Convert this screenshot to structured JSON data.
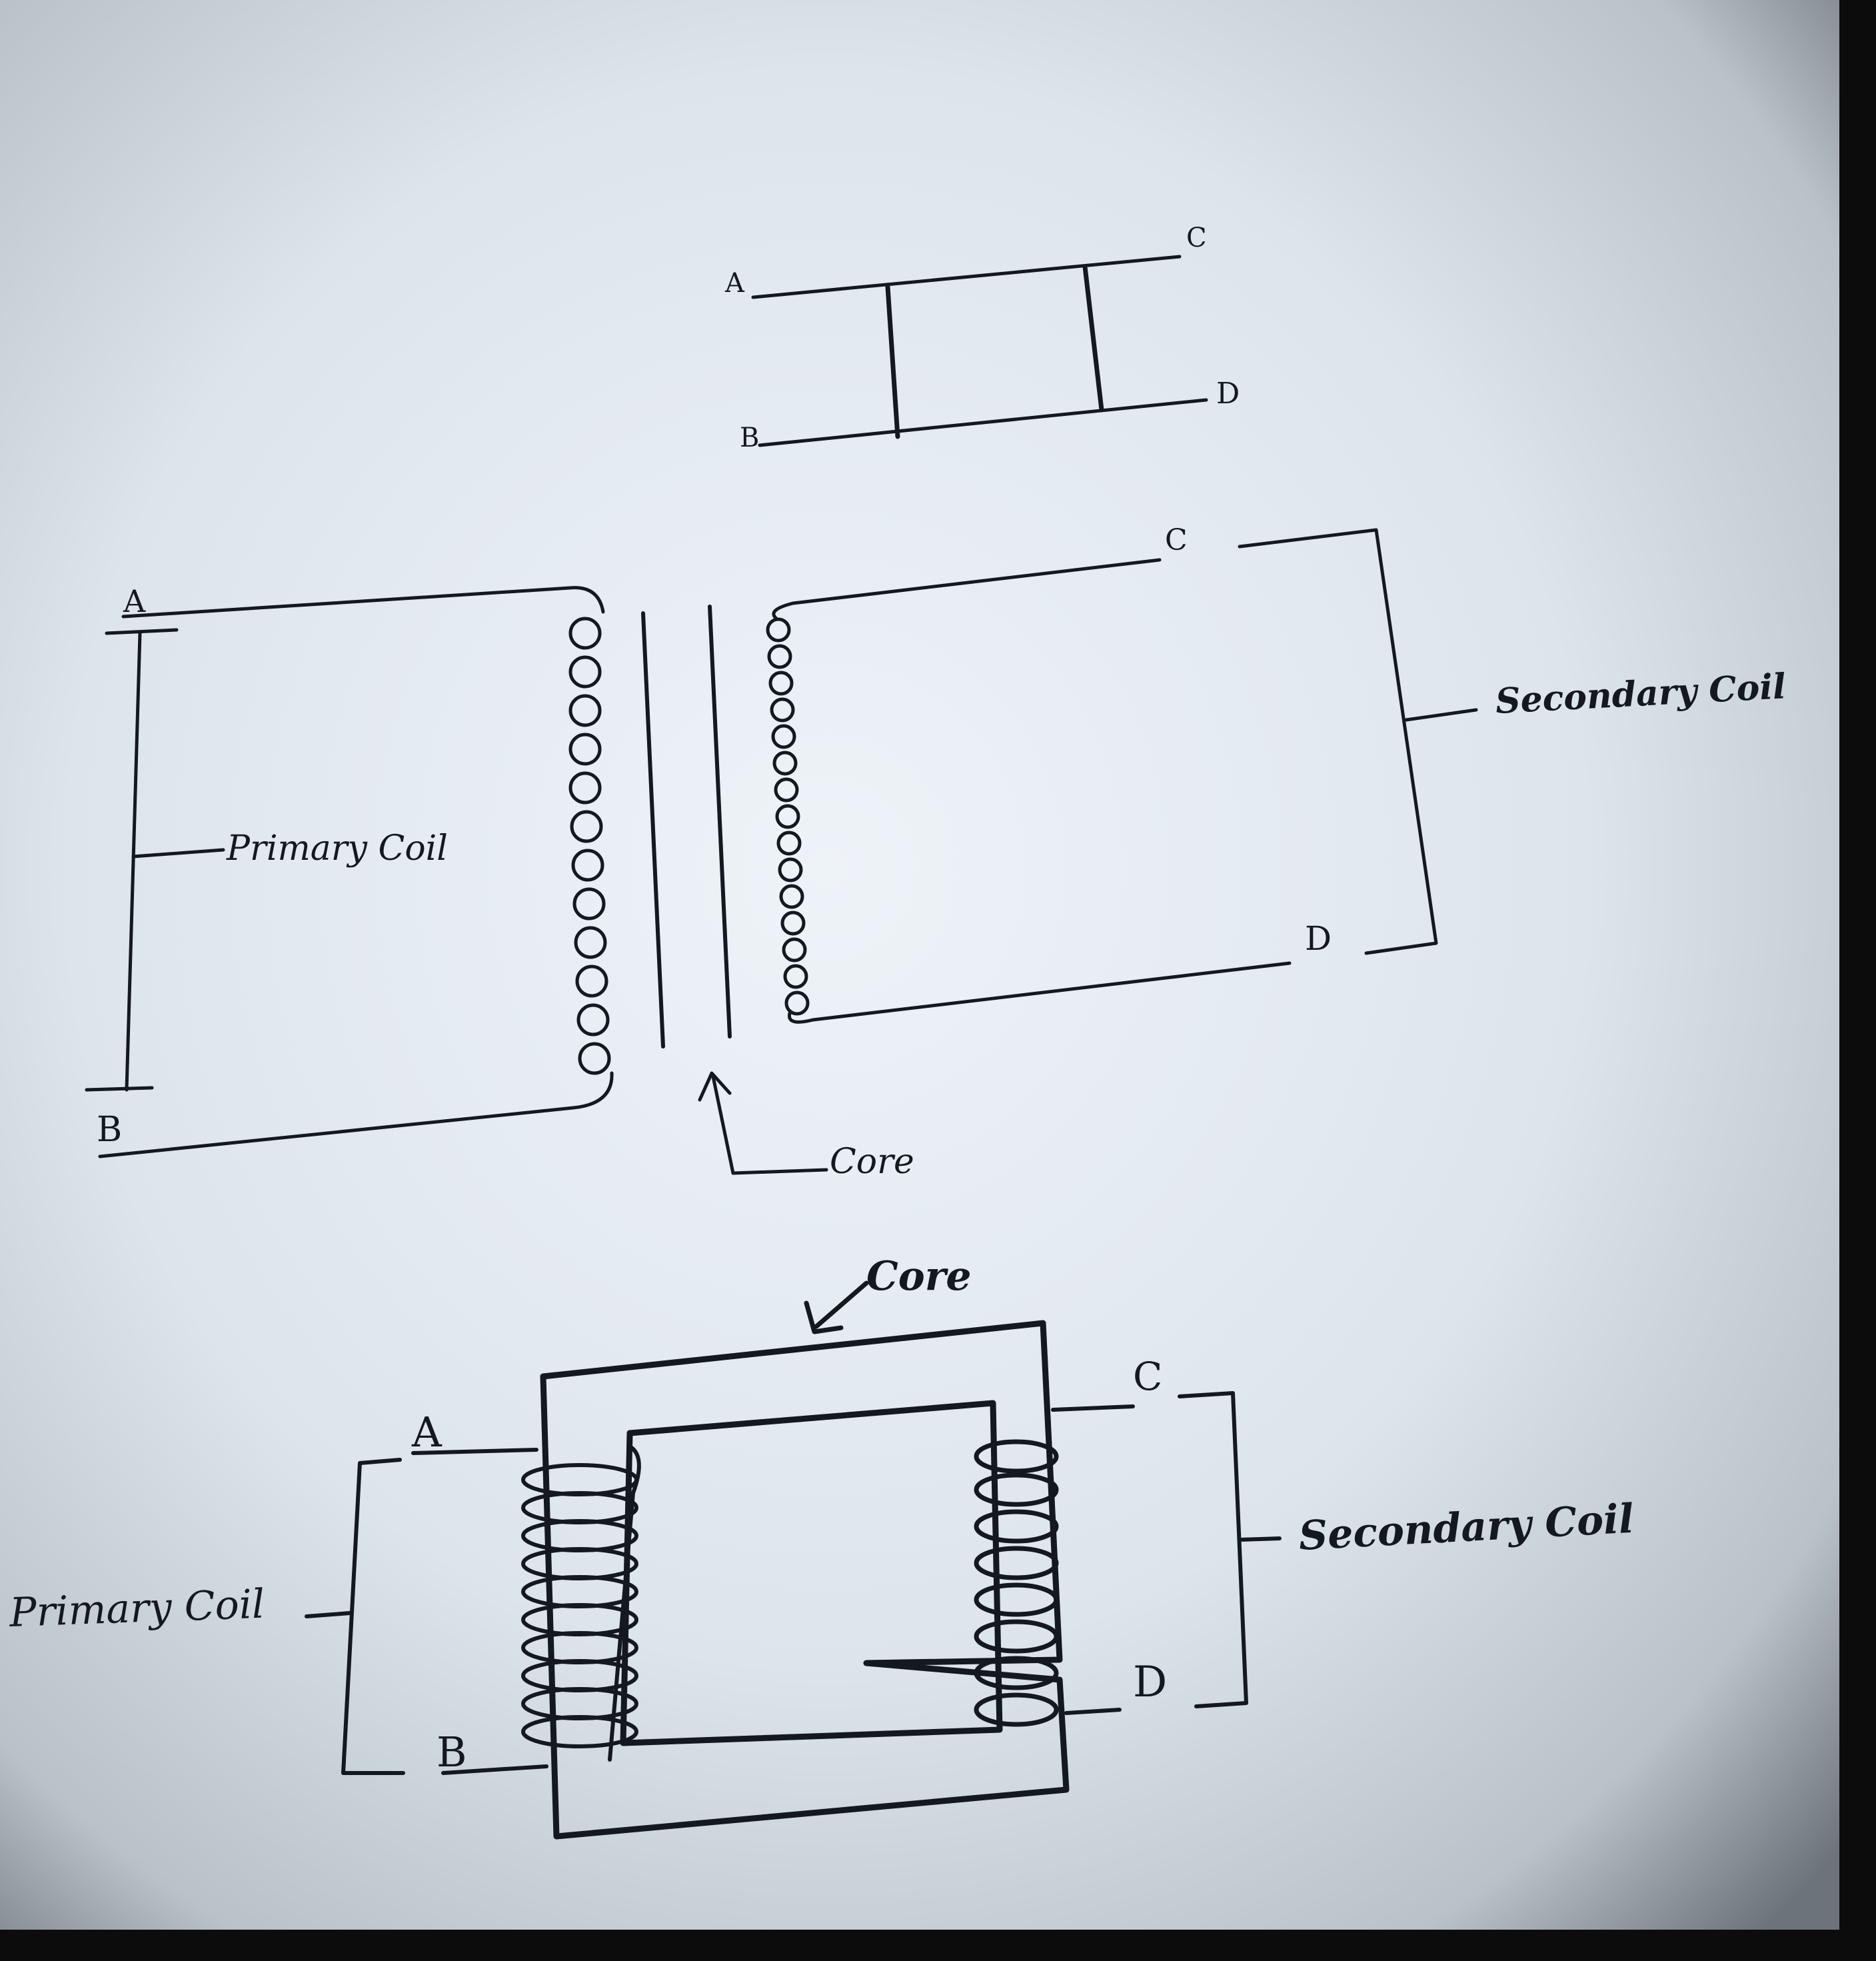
{
  "fig1": {
    "terminal_a": "A",
    "terminal_b": "B",
    "terminal_c": "C",
    "terminal_d": "D"
  },
  "fig2": {
    "terminal_a": "A",
    "terminal_b": "B",
    "terminal_c": "C",
    "terminal_d": "D",
    "primary_label": "Primary Coil",
    "secondary_label": "Secondary Coil",
    "core_label": "Core"
  },
  "fig3": {
    "terminal_a": "A",
    "terminal_b": "B",
    "terminal_c": "C",
    "terminal_d": "D",
    "primary_label": "Primary Coil",
    "secondary_label": "Secondary Coil",
    "core_label": "Core"
  }
}
